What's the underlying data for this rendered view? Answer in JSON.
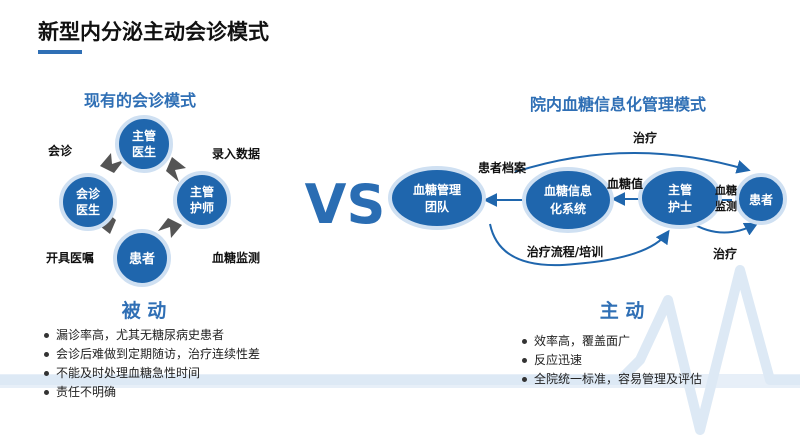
{
  "page_title": "新型内分泌主动会诊模式",
  "left": {
    "heading": "现有的会诊模式",
    "nodes": {
      "top": [
        "主管",
        "医生"
      ],
      "left": [
        "会诊",
        "医生"
      ],
      "right": [
        "主管",
        "护师"
      ],
      "bottom": [
        "患者"
      ]
    },
    "labels": {
      "top_left": "会诊",
      "top_right": "录入数据",
      "bottom_left": "开具医嘱",
      "bottom_right": "血糖监测"
    },
    "mode": "被 动",
    "bullets": [
      "漏诊率高，尤其无糖尿病史患者",
      "会诊后难做到定期随访，治疗连续性差",
      "不能及时处理血糖急性时间",
      "责任不明确"
    ]
  },
  "vs": "VS",
  "right": {
    "heading": "院内血糖信息化管理模式",
    "nodes": {
      "team": [
        "血糖管理",
        "团队"
      ],
      "system": [
        "血糖信息",
        "化系统"
      ],
      "nurse": [
        "主管",
        "护士"
      ],
      "patient": [
        "患者"
      ]
    },
    "labels": {
      "treat_top": "治疗",
      "records": "患者档案",
      "glucose_value": "血糖值",
      "monitoring": [
        "血糖",
        "监测"
      ],
      "process": "治疗流程/培训",
      "treat_bottom": "治疗"
    },
    "mode": "主 动",
    "bullets": [
      "效率高，覆盖面广",
      "反应迅速",
      "全院统一标准，容易管理及评估"
    ]
  },
  "colors": {
    "node": "#1f66ad",
    "node_border": "#cfe0f2",
    "heading": "#2f6fb5",
    "vs": "#2a6db3",
    "arrow_dark": "#555555",
    "title_bar": "#2f6fb5"
  }
}
